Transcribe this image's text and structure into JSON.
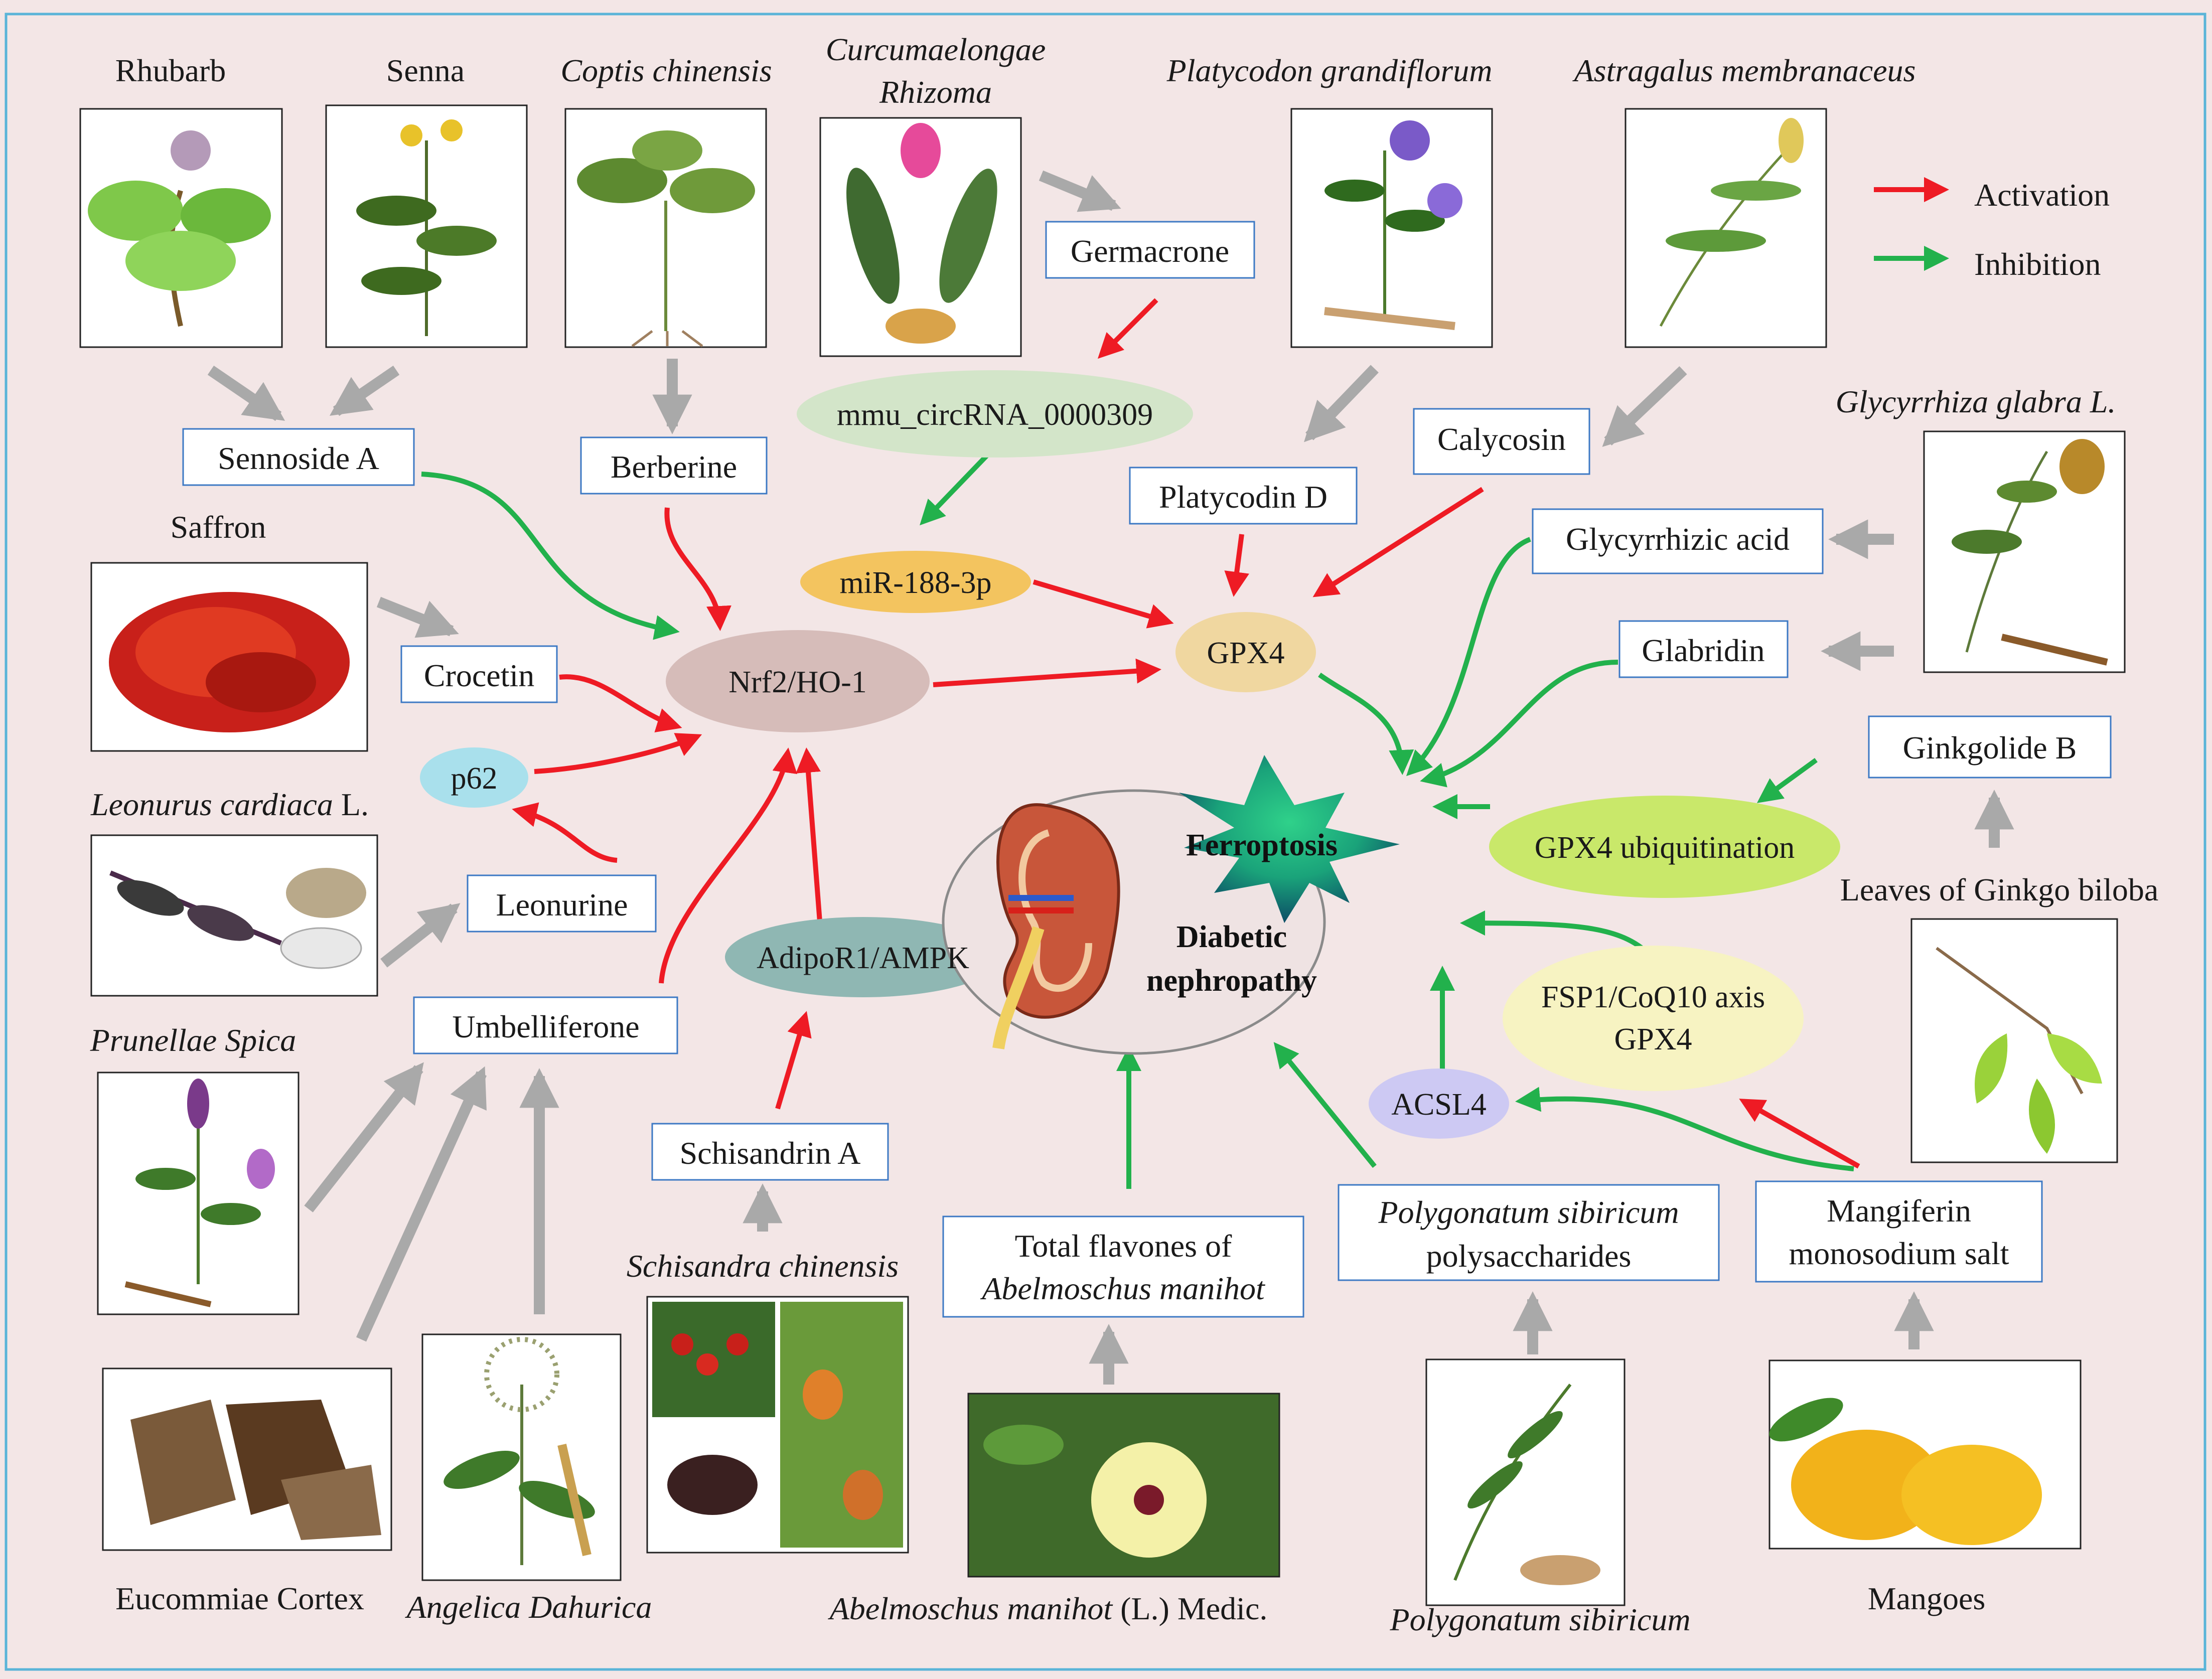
{
  "legend": {
    "activation": "Activation",
    "inhibition": "Inhibition"
  },
  "colors": {
    "activation": "#ee1b24",
    "inhibition": "#22b14c",
    "flow": "#a9a9a9",
    "box_border": "#3d79c4",
    "background": "#f3e6e6",
    "frame": "#5ab4d8"
  },
  "plants": {
    "rhubarb": "Rhubarb",
    "senna": "Senna",
    "coptis": "Coptis chinensis",
    "curcuma_1": "Curcumaelongae",
    "curcuma_2": "Rhizoma",
    "platycodon": "Platycodon grandiflorum",
    "astragalus": "Astragalus membranaceus",
    "saffron": "Saffron",
    "glycyrrhiza": "Glycyrrhiza glabra L.",
    "leonurus_italic": "Leonurus cardiaca",
    "leonurus_suffix": " L.",
    "prunella": "Prunellae Spica",
    "ginkgo": "Leaves of Ginkgo biloba",
    "schisandra": "Schisandra chinensis",
    "eucommia": "Eucommiae Cortex",
    "angelica": "Angelica Dahurica",
    "abelmoschus_italic": "Abelmoschus manihot",
    "abelmoschus_suffix": " (L.) Medic.",
    "polygonatum": "Polygonatum sibiricum",
    "mangoes": "Mangoes"
  },
  "compounds": {
    "germacrone": "Germacrone",
    "sennoside": "Sennoside A",
    "berberine": "Berberine",
    "platycodin": "Platycodin D",
    "calycosin": "Calycosin",
    "glycyrrhizic": "Glycyrrhizic acid",
    "glabridin": "Glabridin",
    "crocetin": "Crocetin",
    "ginkgolide": "Ginkgolide B",
    "leonurine": "Leonurine",
    "umbelliferone": "Umbelliferone",
    "schisandrin": "Schisandrin A",
    "flavones_1": "Total flavones of",
    "flavones_2": "Abelmoschus manihot",
    "pspoly_1": "Polygonatum sibiricum",
    "pspoly_2": "polysaccharides",
    "mangiferin_1": "Mangiferin",
    "mangiferin_2": "monosodium salt"
  },
  "targets": {
    "circrna": "mmu_circRNA_0000309",
    "mir": "miR-188-3p",
    "nrf2": "Nrf2/HO-1",
    "gpx4": "GPX4",
    "p62": "p62",
    "adipor": "AdipoR1/AMPK",
    "gpx4_ub": "GPX4 ubiquitination",
    "fsp1_1": "FSP1/CoQ10 axis",
    "fsp1_2": "GPX4",
    "acsl4": "ACSL4"
  },
  "center": {
    "ferroptosis": "Ferroptosis",
    "dn_1": "Diabetic",
    "dn_2": "nephropathy"
  }
}
